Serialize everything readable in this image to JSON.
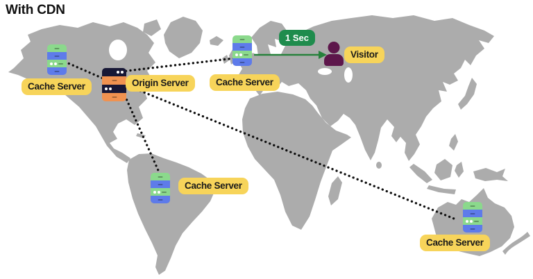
{
  "title": "With CDN",
  "latency_badge": {
    "label": "1 Sec"
  },
  "nodes": {
    "origin": {
      "label": "Origin Server",
      "icon": "origin-server"
    },
    "cache_north_america": {
      "label": "Cache Server",
      "icon": "cache-server"
    },
    "cache_europe": {
      "label": "Cache Server",
      "icon": "cache-server"
    },
    "cache_south_america": {
      "label": "Cache Server",
      "icon": "cache-server"
    },
    "cache_australia": {
      "label": "Cache Server",
      "icon": "cache-server"
    },
    "visitor": {
      "label": "Visitor",
      "icon": "person"
    }
  },
  "connections": {
    "dotted_links": [
      "origin-to-cache-north-america",
      "origin-to-cache-europe",
      "origin-to-cache-south-america",
      "origin-to-cache-australia"
    ],
    "arrow": {
      "from": "cache-europe",
      "to": "visitor",
      "label": "1 Sec"
    }
  },
  "colors": {
    "label_bg": "#F7D45A",
    "label_text": "#1A1A1A",
    "badge_bg": "#1F8C4D",
    "badge_text": "#FFFFFF",
    "arrow_green": "#27813C",
    "dotted_line": "#0E0E0E",
    "land": "#ACACAC",
    "cache_green": "#8BD98C",
    "cache_blue": "#5E7BEA",
    "origin_navy": "#171735",
    "origin_orange": "#F09250",
    "visitor_purple": "#5D164B",
    "title_text": "#111111"
  }
}
